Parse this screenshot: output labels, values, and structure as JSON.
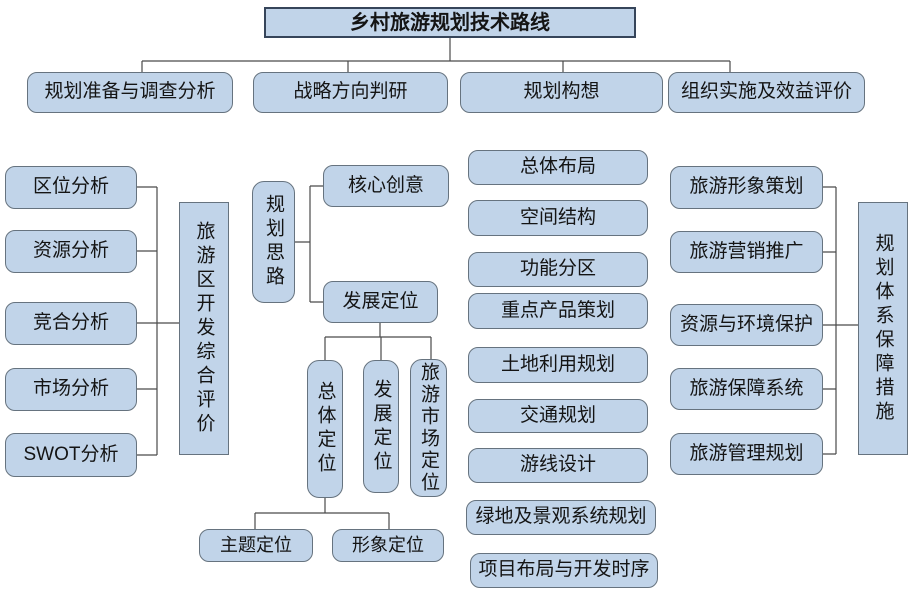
{
  "title": "乡村旅游规划技术路线",
  "phases": {
    "preparation": "规划准备与调查分析",
    "strategy": "战略方向判研",
    "concept": "规划构想",
    "implementation": "组织实施及效益评价"
  },
  "analysis_group": {
    "items": [
      "区位分析",
      "资源分析",
      "竞合分析",
      "市场分析",
      "SWOT分析"
    ],
    "summary": "旅游区开发综合评价"
  },
  "planning_thought_group": {
    "root": "规划思路",
    "core_creative": "核心创意",
    "development_positioning": "发展定位",
    "positioning_items": [
      "总体定位",
      "发展定位",
      "旅游市场定位"
    ],
    "sub_positioning_items": [
      "主题定位",
      "形象定位"
    ]
  },
  "concept_items": [
    "总体布局",
    "空间结构",
    "功能分区",
    "重点产品策划",
    "土地利用规划",
    "交通规划",
    "游线设计",
    "绿地及景观系统规划",
    "项目布局与开发时序"
  ],
  "safeguard_group": {
    "items": [
      "旅游形象策划",
      "旅游营销推广",
      "资源与环境保护",
      "旅游保障系统",
      "旅游管理规划"
    ],
    "summary": "规划体系保障措施"
  },
  "colors": {
    "box_fill": "#c1d4e9",
    "box_border": "#66737f",
    "title_border": "#36455a",
    "connector": "#4a4a4a"
  }
}
